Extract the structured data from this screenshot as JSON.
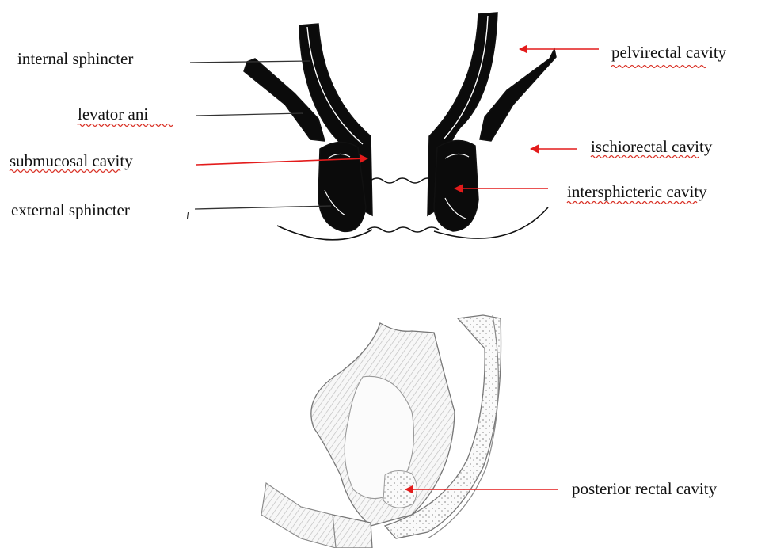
{
  "labels": {
    "internal_sphincter": "internal sphincter",
    "levator_ani": "levator ani",
    "submucosal_cavity": "submucosal cavity",
    "external_sphincter": "external sphincter",
    "pelvirectal_cavity": "pelvirectal cavity",
    "ischiorectal_cavity": "ischiorectal cavity",
    "intersphicteric_cavity": "intersphicteric cavity",
    "posterior_rectal_cavity": "posterior rectal cavity"
  },
  "colors": {
    "arrow": "#e31b1b",
    "leader_line": "#333333",
    "spellcheck_underline": "#d93025",
    "ink": "#111111"
  }
}
